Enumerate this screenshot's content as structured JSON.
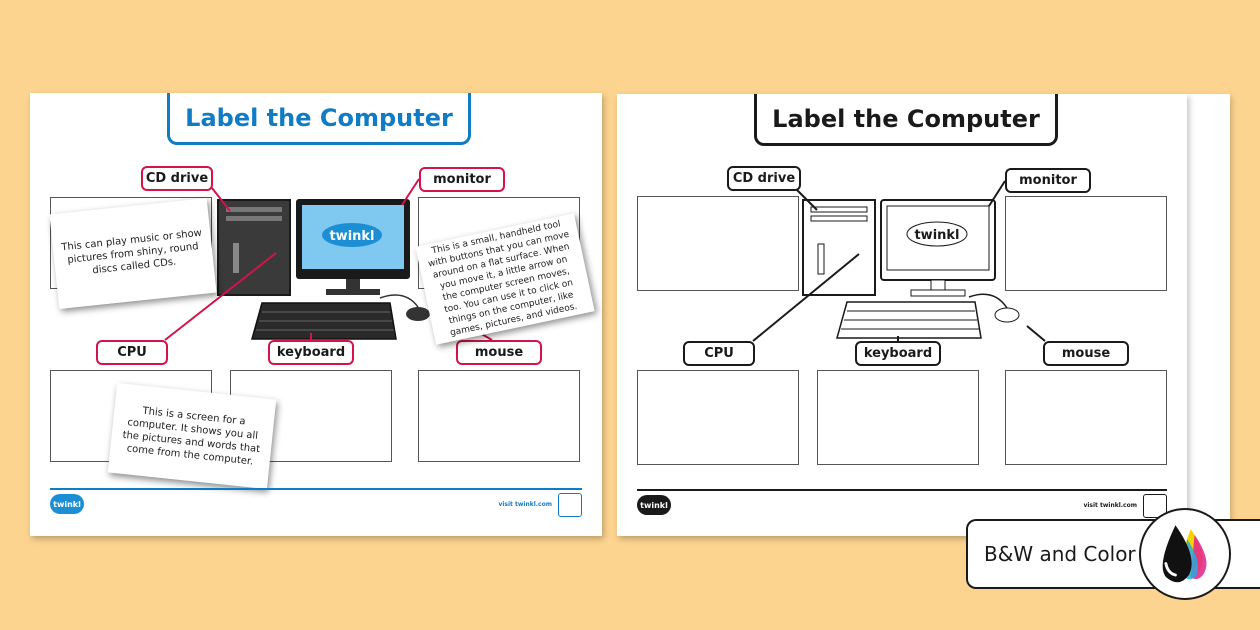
{
  "worksheet": {
    "title": "Label the Computer",
    "labels": {
      "cd_drive": "CD drive",
      "monitor": "monitor",
      "cpu": "CPU",
      "keyboard": "keyboard",
      "mouse": "mouse"
    },
    "monitor_brand": "twinkl",
    "footer_logo": "twinkl",
    "footer_url": "visit twinkl.com"
  },
  "cards": {
    "cd_drive": "This can play music or show pictures from shiny, round discs called CDs.",
    "mouse": "This is a small, handheld tool with buttons that you can move around on a flat surface. When you move it, a little arrow on the computer screen moves, too. You can use it to click on things on the computer, like games, pictures, and videos.",
    "monitor": "This is a screen for a computer. It shows you all the pictures and words that come from the computer."
  },
  "badge": {
    "label": "B&W and Color"
  },
  "colors": {
    "background": "#fdd48f",
    "accent_blue": "#0f7cc4",
    "label_red": "#d3134a"
  },
  "icons": {
    "ink": "ink-drops-icon"
  }
}
